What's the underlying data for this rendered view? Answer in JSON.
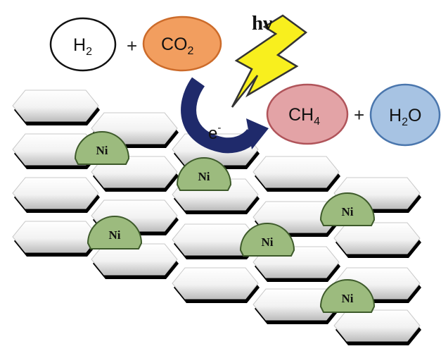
{
  "reaction": {
    "reactant_1": {
      "main": "H",
      "sub": "2",
      "color": "#ffffff",
      "stroke": "#111111"
    },
    "plus_1": "+",
    "reactant_2": {
      "main": "CO",
      "sub": "2",
      "color": "#f29e5f",
      "stroke": "#cc6b2a"
    },
    "light_label": "hν",
    "electron_label": {
      "main": "e",
      "sup": "-"
    },
    "product_1": {
      "main": "CH",
      "sub": "4",
      "color": "#e3a3a6",
      "stroke": "#b0545a"
    },
    "plus_2": "+",
    "product_2": {
      "main": "H",
      "sub": "2",
      "tail": "O",
      "color": "#a7c3e3",
      "stroke": "#4a76ad"
    }
  },
  "catalyst": {
    "particle_label": "Ni",
    "particle_color": "#9cbb7e",
    "particle_stroke": "#3d5a2a",
    "support_top": "#ffffff",
    "support_shadow": "#000000"
  },
  "colors": {
    "lightning_fill": "#f8ef1e",
    "lightning_stroke": "#333333",
    "arrow": "#1f2a6b"
  }
}
